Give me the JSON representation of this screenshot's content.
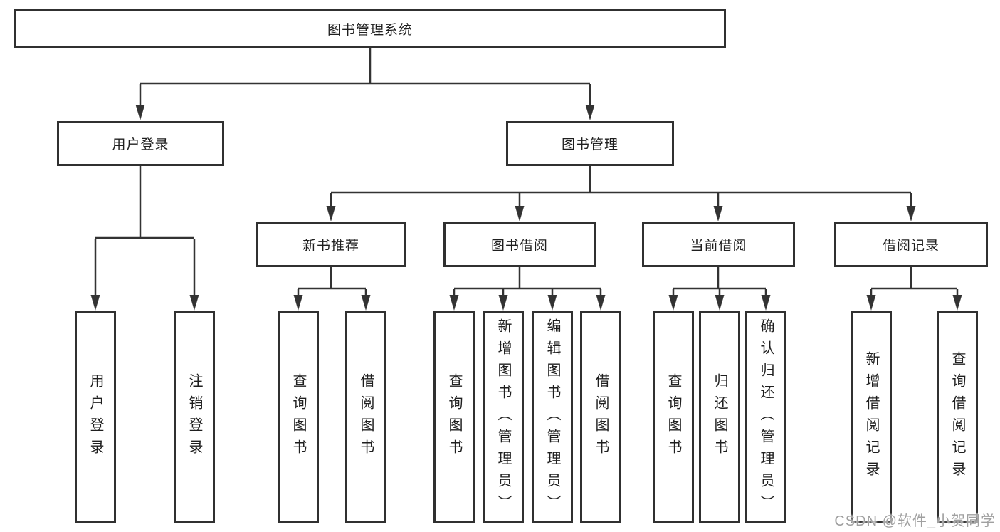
{
  "diagram": {
    "root": {
      "label": "图书管理系统"
    },
    "level2": {
      "user_login": {
        "label": "用户登录"
      },
      "book_management": {
        "label": "图书管理"
      }
    },
    "level3": {
      "new_book_recommend": {
        "label": "新书推荐"
      },
      "book_borrow": {
        "label": "图书借阅"
      },
      "current_borrow": {
        "label": "当前借阅"
      },
      "borrow_records": {
        "label": "借阅记录"
      }
    },
    "leaves": {
      "user_login_children": [
        {
          "label": "用户登录"
        },
        {
          "label": "注销登录"
        }
      ],
      "new_book_recommend_children": [
        {
          "label": "查询图书"
        },
        {
          "label": "借阅图书"
        }
      ],
      "book_borrow_children": [
        {
          "label": "查询图书"
        },
        {
          "label": "新增图书（管理员）"
        },
        {
          "label": "编辑图书（管理员）"
        },
        {
          "label": "借阅图书"
        }
      ],
      "current_borrow_children": [
        {
          "label": "查询图书"
        },
        {
          "label": "归还图书"
        },
        {
          "label": "确认归还（管理员）"
        }
      ],
      "borrow_records_children": [
        {
          "label": "新增借阅记录"
        },
        {
          "label": "查询借阅记录"
        }
      ]
    }
  },
  "watermark": {
    "text": "CSDN @软件_小贺同学"
  },
  "colors": {
    "line": "#333333",
    "box_border": "#303030",
    "text": "#1f1f1f",
    "watermark": "#a0a0a0",
    "background": "#ffffff"
  }
}
